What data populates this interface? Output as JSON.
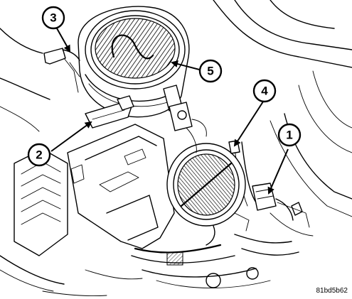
{
  "callouts": [
    {
      "id": "1",
      "label": "1"
    },
    {
      "id": "2",
      "label": "2"
    },
    {
      "id": "3",
      "label": "3"
    },
    {
      "id": "4",
      "label": "4"
    },
    {
      "id": "5",
      "label": "5"
    }
  ],
  "reference_code": "81bd5b62"
}
